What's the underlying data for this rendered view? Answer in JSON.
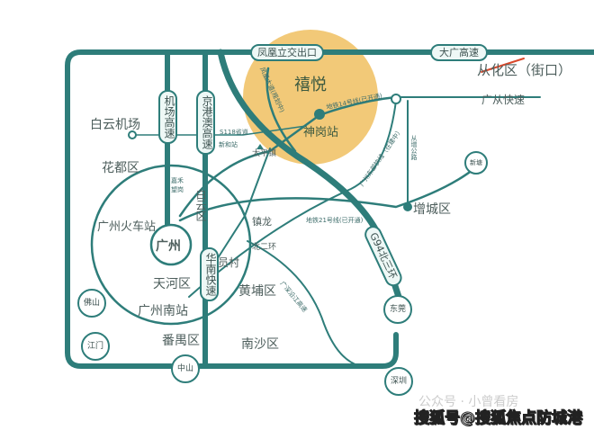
{
  "colors": {
    "road": "#2e7d7a",
    "highlight": "#f0c060",
    "red": "#d9482b"
  },
  "project": {
    "name": "禧悦",
    "station": "神岗站",
    "line14": "地铁14号线(已开通)"
  },
  "pills": {
    "fenghuang": "凤凰立交出口",
    "daguang": "大广高速",
    "airport": "机场高速",
    "jinggangao": "京港澳高速",
    "huanan": "华南快速",
    "g94": "G94北三环"
  },
  "districts": {
    "conghua": "从化区（街口）",
    "guangcong": "广从快速",
    "baiyun_airport": "白云机场",
    "huadu": "花都区",
    "gz_station": "广州火车站",
    "guangzhou": "广州",
    "tianhe": "天河区",
    "gz_south": "广州南站",
    "panyu": "番禺区",
    "zengcheng": "增城区",
    "huangpu": "黄埔区",
    "nansha": "南沙区",
    "baiyun": "白云区",
    "yuancun": "员村",
    "zhenlong": "镇龙",
    "taiping": "太平镇",
    "beierhuan": "北二环",
    "jiahe": "嘉禾望岗"
  },
  "small": {
    "s118": "S118省道",
    "xinhe": "新和站",
    "line21": "地铁21号线(已开通)",
    "dongbu": "广州东部快线（在建中）",
    "conzeng": "从增公路",
    "yanjiang": "广深沿江高速",
    "fenghuang_ave": "凤凰大道(规划中)"
  },
  "cities": {
    "foshan": "佛山",
    "jiangmen": "江门",
    "zhongshan": "中山",
    "dongguan": "东莞",
    "shenzhen": "深圳",
    "xintang": "新塘"
  },
  "watermark": {
    "gzh": "公众号 · 小曾看房",
    "sohu": "搜狐号@搜狐焦点防城港站"
  }
}
